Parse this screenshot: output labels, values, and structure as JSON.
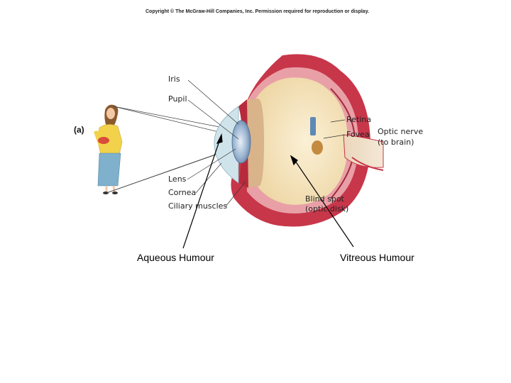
{
  "copyright": "Copyright © The McGraw-Hill Companies, Inc. Permission required for reproduction or display.",
  "figure_label": "(a)",
  "labels": {
    "iris": "Iris",
    "pupil": "Pupil",
    "lens": "Lens",
    "cornea": "Cornea",
    "ciliary_muscles": "Ciliary muscles",
    "retina": "Retina",
    "fovea": "Fovea",
    "optic_nerve_line1": "Optic nerve",
    "optic_nerve_line2": "(to brain)",
    "blind_spot_line1": "Blind spot",
    "blind_spot_line2": "(optic disk)"
  },
  "callouts": {
    "aqueous": "Aqueous Humour",
    "vitreous": "Vitreous Humour"
  },
  "colors": {
    "sclera": "#c8364a",
    "choroid": "#e8a0a6",
    "vitreous": "#f7e7c4",
    "lens": "#8aa8c8",
    "cornea": "#cfe3ea",
    "nerve": "#f0e1cc",
    "shirt": "#f2d24a",
    "skirt": "#7fb0cc",
    "hair": "#8a5a2e"
  }
}
